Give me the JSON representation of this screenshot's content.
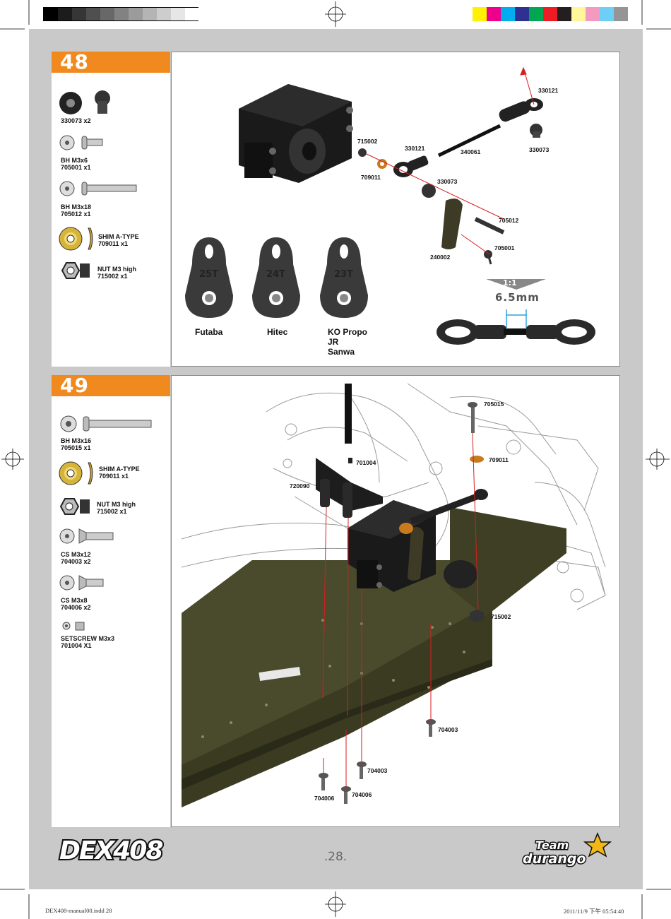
{
  "color_bar": {
    "grayscale": [
      "#000000",
      "#1c1c1c",
      "#363636",
      "#4f4f4f",
      "#686868",
      "#828282",
      "#9b9b9b",
      "#b4b4b4",
      "#cdcdcd",
      "#e6e6e6",
      "#ffffff"
    ],
    "colors": [
      "#fff200",
      "#ec008c",
      "#00aeef",
      "#2e3192",
      "#00a651",
      "#ed1c24",
      "#231f20",
      "#fff799",
      "#f49ac1",
      "#6dcff6",
      "#959595"
    ]
  },
  "step48": {
    "number": "48",
    "parts": [
      {
        "lines": [
          "330073  x2"
        ]
      },
      {
        "lines": [
          "BH M3x6",
          "705001  x1"
        ]
      },
      {
        "lines": [
          "BH M3x18",
          "705012  x1"
        ]
      },
      {
        "lines": [
          "SHIM A-TYPE",
          "709011   x1"
        ]
      },
      {
        "lines": [
          "NUT M3 high",
          "715002  x1"
        ]
      }
    ],
    "callouts": [
      "330121",
      "330121",
      "340061",
      "330073",
      "330073",
      "715002",
      "709011",
      "705012",
      "705001",
      "240002"
    ],
    "horns": [
      {
        "teeth": "25T",
        "brands": [
          "Futaba"
        ]
      },
      {
        "teeth": "24T",
        "brands": [
          "Hitec"
        ]
      },
      {
        "teeth": "23T",
        "brands": [
          "KO Propo",
          "JR",
          "Sanwa"
        ]
      }
    ],
    "scale": "1:1",
    "dimension": "6.5mm"
  },
  "step49": {
    "number": "49",
    "parts": [
      {
        "lines": [
          "BH M3x16",
          "705015  x1"
        ]
      },
      {
        "lines": [
          "SHIM A-TYPE",
          "709011  x1"
        ]
      },
      {
        "lines": [
          "NUT M3 high",
          "715002  x1"
        ]
      },
      {
        "lines": [
          "CS M3x12",
          "704003  x2"
        ]
      },
      {
        "lines": [
          "CS M3x8",
          "704006  x2"
        ]
      },
      {
        "lines": [
          "SETSCREW  M3x3",
          "701004  X1"
        ]
      }
    ],
    "callouts": [
      "705015",
      "701004",
      "709011",
      "720090",
      "715002",
      "704003",
      "704003",
      "704006",
      "704006"
    ]
  },
  "brand": {
    "model_logo": "DEX408",
    "team_logo": "Team durango"
  },
  "page_number": ".28.",
  "footer": {
    "file": "DEX408-manual00.indd   28",
    "timestamp": "2011/11/9   下午 05:54:40"
  }
}
